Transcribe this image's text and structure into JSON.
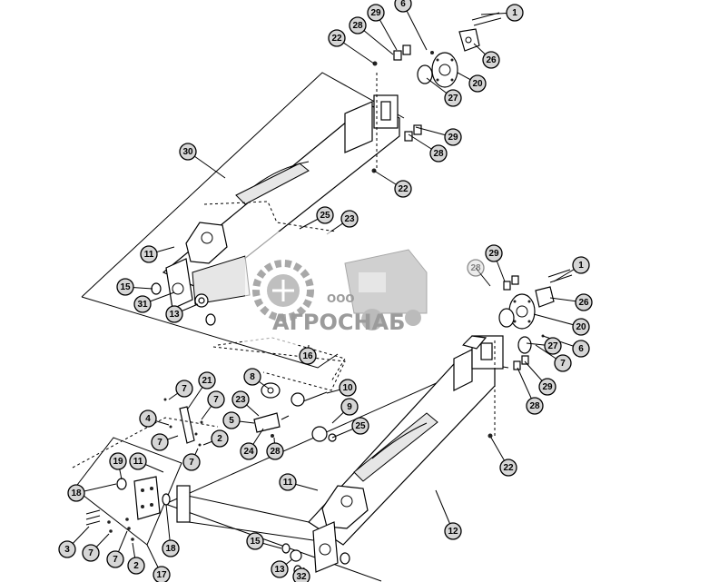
{
  "diagram": {
    "callouts": [
      {
        "id": "c-1-top",
        "label": "1"
      },
      {
        "id": "c-6-top",
        "label": "6"
      },
      {
        "id": "c-29-top",
        "label": "29"
      },
      {
        "id": "c-28-top",
        "label": "28"
      },
      {
        "id": "c-22-top",
        "label": "22"
      },
      {
        "id": "c-26-top",
        "label": "26"
      },
      {
        "id": "c-20-top",
        "label": "20"
      },
      {
        "id": "c-27-top",
        "label": "27"
      },
      {
        "id": "c-29-mid",
        "label": "29"
      },
      {
        "id": "c-28-mid",
        "label": "28"
      },
      {
        "id": "c-22-mid",
        "label": "22"
      },
      {
        "id": "c-30",
        "label": "30"
      },
      {
        "id": "c-25-top",
        "label": "25"
      },
      {
        "id": "c-23-top",
        "label": "23"
      },
      {
        "id": "c-11-left",
        "label": "11"
      },
      {
        "id": "c-15-left",
        "label": "15"
      },
      {
        "id": "c-31",
        "label": "31"
      },
      {
        "id": "c-13-left",
        "label": "13"
      },
      {
        "id": "c-16",
        "label": "16"
      },
      {
        "id": "c-29-right",
        "label": "29"
      },
      {
        "id": "c-28-faded",
        "label": "28"
      },
      {
        "id": "c-1-right",
        "label": "1"
      },
      {
        "id": "c-26-right",
        "label": "26"
      },
      {
        "id": "c-20-right",
        "label": "20"
      },
      {
        "id": "c-27-right",
        "label": "27"
      },
      {
        "id": "c-6-right",
        "label": "6"
      },
      {
        "id": "c-7-right",
        "label": "7"
      },
      {
        "id": "c-29-right2",
        "label": "29"
      },
      {
        "id": "c-28-right2",
        "label": "28"
      },
      {
        "id": "c-22-right",
        "label": "22"
      },
      {
        "id": "c-8",
        "label": "8"
      },
      {
        "id": "c-10",
        "label": "10"
      },
      {
        "id": "c-9",
        "label": "9"
      },
      {
        "id": "c-25-mid",
        "label": "25"
      },
      {
        "id": "c-23-mid",
        "label": "23"
      },
      {
        "id": "c-5",
        "label": "5"
      },
      {
        "id": "c-24",
        "label": "24"
      },
      {
        "id": "c-28-low",
        "label": "28"
      },
      {
        "id": "c-21",
        "label": "21"
      },
      {
        "id": "c-7-a",
        "label": "7"
      },
      {
        "id": "c-7-b",
        "label": "7"
      },
      {
        "id": "c-4",
        "label": "4"
      },
      {
        "id": "c-7-c",
        "label": "7"
      },
      {
        "id": "c-2-a",
        "label": "2"
      },
      {
        "id": "c-7-d",
        "label": "7"
      },
      {
        "id": "c-19",
        "label": "19"
      },
      {
        "id": "c-11-low",
        "label": "11"
      },
      {
        "id": "c-18-left",
        "label": "18"
      },
      {
        "id": "c-18-right",
        "label": "18"
      },
      {
        "id": "c-11-bottom",
        "label": "11"
      },
      {
        "id": "c-3",
        "label": "3"
      },
      {
        "id": "c-7-e",
        "label": "7"
      },
      {
        "id": "c-7-f",
        "label": "7"
      },
      {
        "id": "c-2-b",
        "label": "2"
      },
      {
        "id": "c-17",
        "label": "17"
      },
      {
        "id": "c-15-bottom",
        "label": "15"
      },
      {
        "id": "c-12",
        "label": "12"
      },
      {
        "id": "c-13-bottom",
        "label": "13"
      },
      {
        "id": "c-32",
        "label": "32"
      }
    ]
  },
  "watermark": {
    "company_prefix": "ООО",
    "company_name": "АГРОСНАБ"
  }
}
